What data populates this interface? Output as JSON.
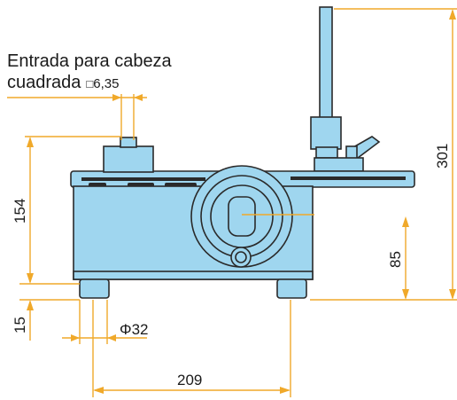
{
  "annotation": {
    "line1": "Entrada para cabeza",
    "line2": "cuadrada",
    "square_symbol": "□",
    "square_size": "6,35"
  },
  "dimensions": {
    "total_height": "301",
    "body_height": "154",
    "shaft_height": "85",
    "foot_height": "15",
    "foot_diameter": "Φ32",
    "feet_spacing": "209"
  },
  "colors": {
    "body": "#9fd6ef",
    "outline": "#2a2a2a",
    "dimension_line": "#f0a92a",
    "text": "#1a1a1a"
  }
}
